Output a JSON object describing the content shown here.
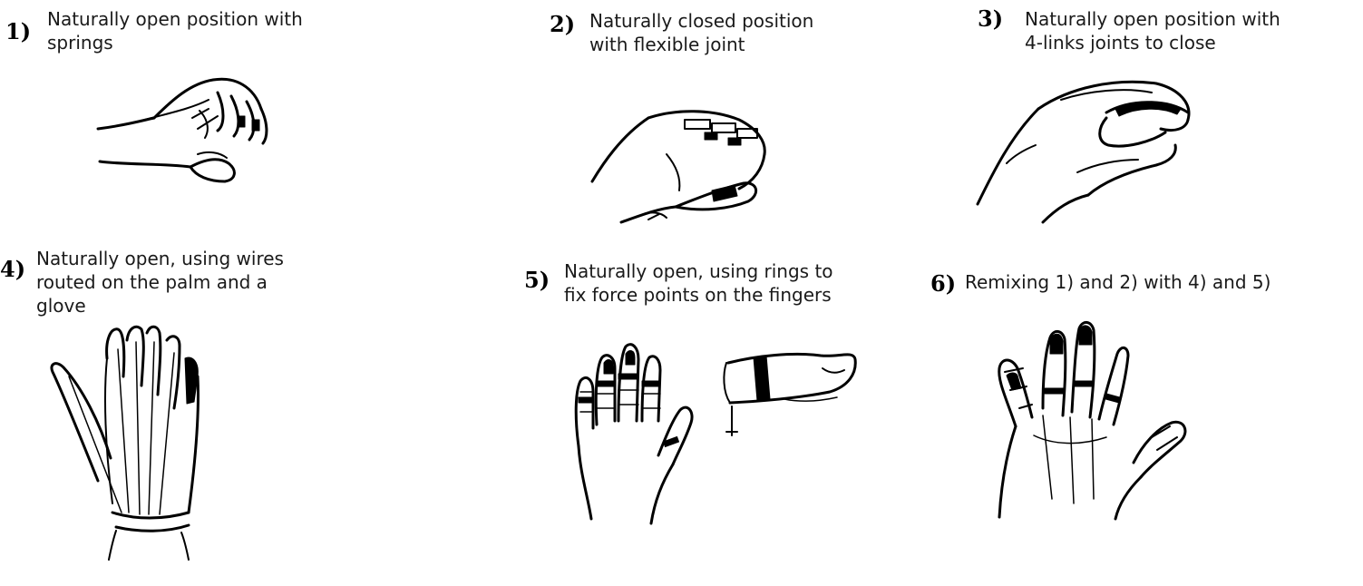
{
  "panels": [
    {
      "number": "1)",
      "caption": "Naturally open position with\nsprings",
      "illustration": "hand-with-springs-sketch"
    },
    {
      "number": "2)",
      "caption": "Naturally closed position\nwith flexible joint",
      "illustration": "hand-closed-flexible-joint-sketch"
    },
    {
      "number": "3)",
      "caption": "Naturally open position with\n4-links joints to close",
      "illustration": "hand-four-link-joints-sketch"
    },
    {
      "number": "4)",
      "caption": "Naturally open, using wires\nrouted on the palm and a\nglove",
      "illustration": "hand-wires-glove-sketch"
    },
    {
      "number": "5)",
      "caption": "Naturally open, using rings to\nfix force points on the fingers",
      "illustration": "hand-rings-sketch"
    },
    {
      "number": "6)",
      "caption": "Remixing 1) and 2) with 4) and 5)",
      "illustration": "hand-remix-sketch"
    }
  ],
  "colors": {
    "ink": "#000000",
    "text": "#1a1a1a",
    "background": "#ffffff"
  }
}
